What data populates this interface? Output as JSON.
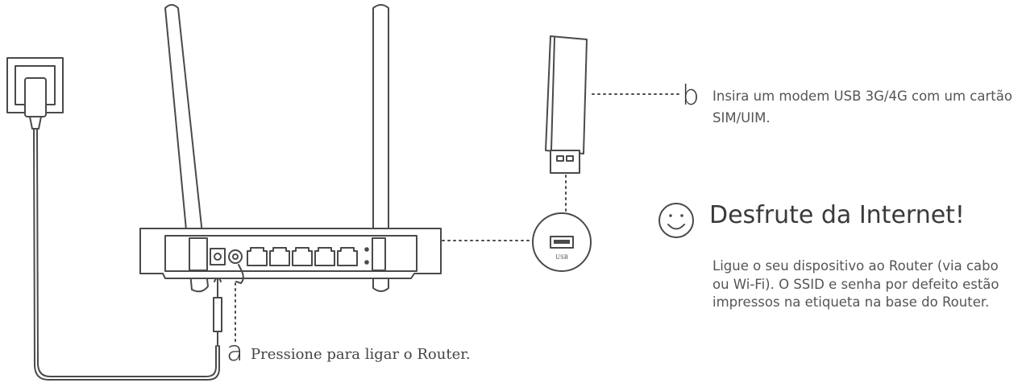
{
  "steps": {
    "a": {
      "letter": "a",
      "caption": "Pressione para ligar o Router."
    },
    "b": {
      "letter": "b",
      "caption": "Insira um modem USB 3G/4G com um cartão SIM/UIM."
    }
  },
  "usb_port_label": "USB",
  "enjoy": {
    "icon": "smiley-icon",
    "title": "Desfrute da Internet!",
    "description": "Ligue o seu dispositivo ao Router (via cabo ou Wi-Fi). O SSID e senha por defeito estão impressos na etiqueta na base do Router."
  },
  "colors": {
    "line": "#4a4a4a",
    "text": "#333333"
  }
}
